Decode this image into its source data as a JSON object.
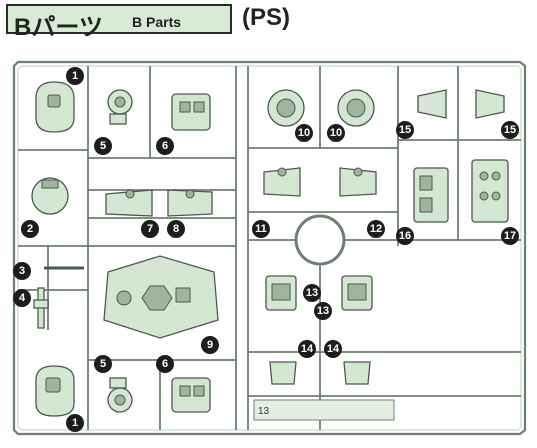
{
  "header": {
    "title_main": "Bパーツ",
    "title_sub": "B Parts",
    "code": "(PS)"
  },
  "gate_number": "13",
  "colors": {
    "plastic": "#d5e7d2",
    "frame": "#6d7f70",
    "title_bg": "#d8ecd5",
    "badge": "#1d1d1d"
  },
  "part_numbers": [
    "1",
    "2",
    "3",
    "4",
    "5",
    "6",
    "7",
    "8",
    "9",
    "10",
    "11",
    "12",
    "13",
    "14",
    "15",
    "16",
    "17"
  ]
}
